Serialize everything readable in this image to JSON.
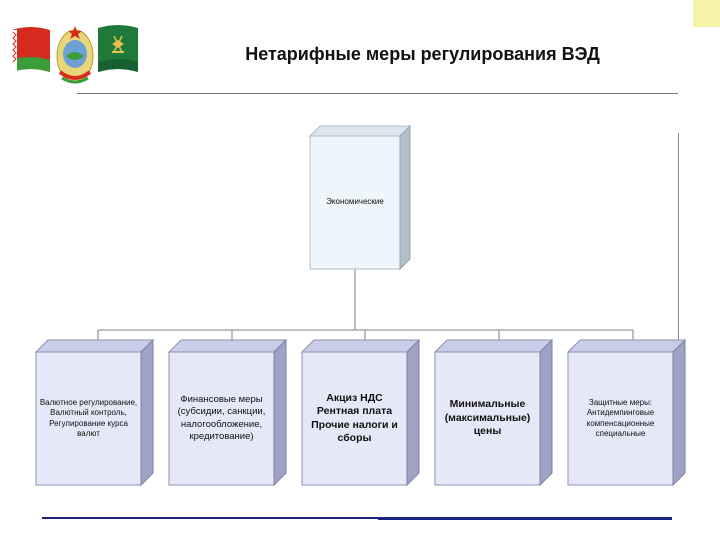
{
  "header": {
    "title": "Нетарифные меры регулирования ВЭД",
    "emblems": [
      "flag-belarus-icon",
      "emblem-belarus-icon",
      "customs-flag-icon"
    ]
  },
  "diagram": {
    "root": {
      "label": "Экономические"
    },
    "children": [
      {
        "label": "Валютное регулирование, Валютный контроль, Регулирование курса валют",
        "weight": "normal"
      },
      {
        "label": "Финансовые меры (субсидии, санкции, налогообложение, кредитование)",
        "weight": "normal"
      },
      {
        "label": "Акциз НДС Рентная плата Прочие налоги и сборы",
        "weight": "bold"
      },
      {
        "label": "Минимальные (максимальные) цены",
        "weight": "bold"
      },
      {
        "label": "Защитные меры: Антидемпинговые компенсационные специальные",
        "weight": "normal"
      }
    ]
  },
  "colors": {
    "box_fill": "#e6e8f7",
    "box_side": "#9ea2c4",
    "box_top": "#cacde8",
    "root_fill": "#eef6fb",
    "root_side": "#b4c0c8",
    "root_top": "#dbe6ef",
    "accent_line": "#1a237e"
  }
}
